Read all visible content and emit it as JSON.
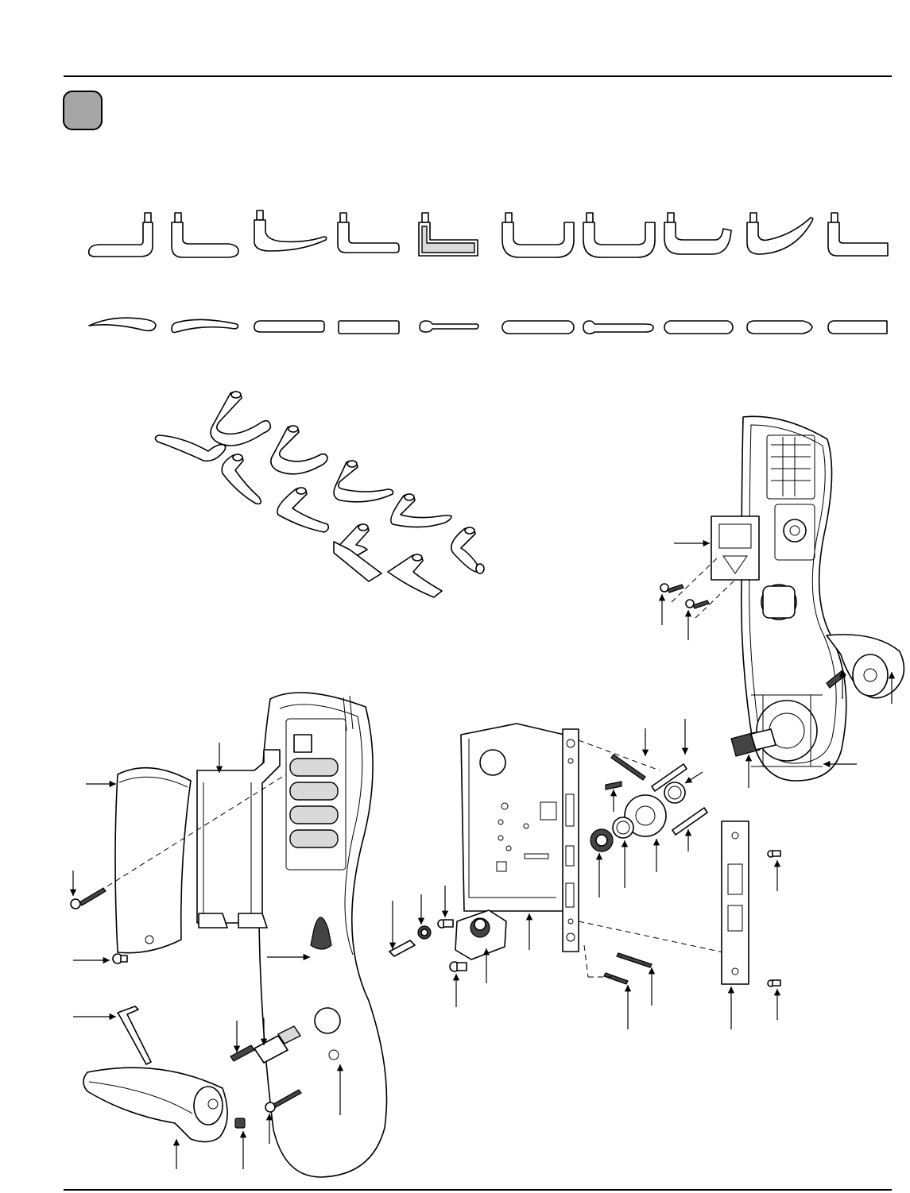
{
  "step_badge": {
    "fill": "#a6a6a6",
    "border": "#000000"
  },
  "figure": {
    "lever_profiles_side": {
      "count": 10
    },
    "lever_profiles_top": {
      "count": 10
    },
    "lever_iso_group": {
      "count": 11
    },
    "assembly_icons": [
      "lever-handle",
      "outside-escutcheon",
      "inside-escutcheon",
      "battery-pack",
      "battery-cover",
      "mortise-lock-body",
      "armor-front",
      "strike-plate",
      "mounting-screw",
      "spindle",
      "hex-wrench",
      "thumbturn",
      "cylinder",
      "rose-trim",
      "ring-spacer",
      "tailpiece",
      "set-screw",
      "leader-arrow"
    ]
  }
}
